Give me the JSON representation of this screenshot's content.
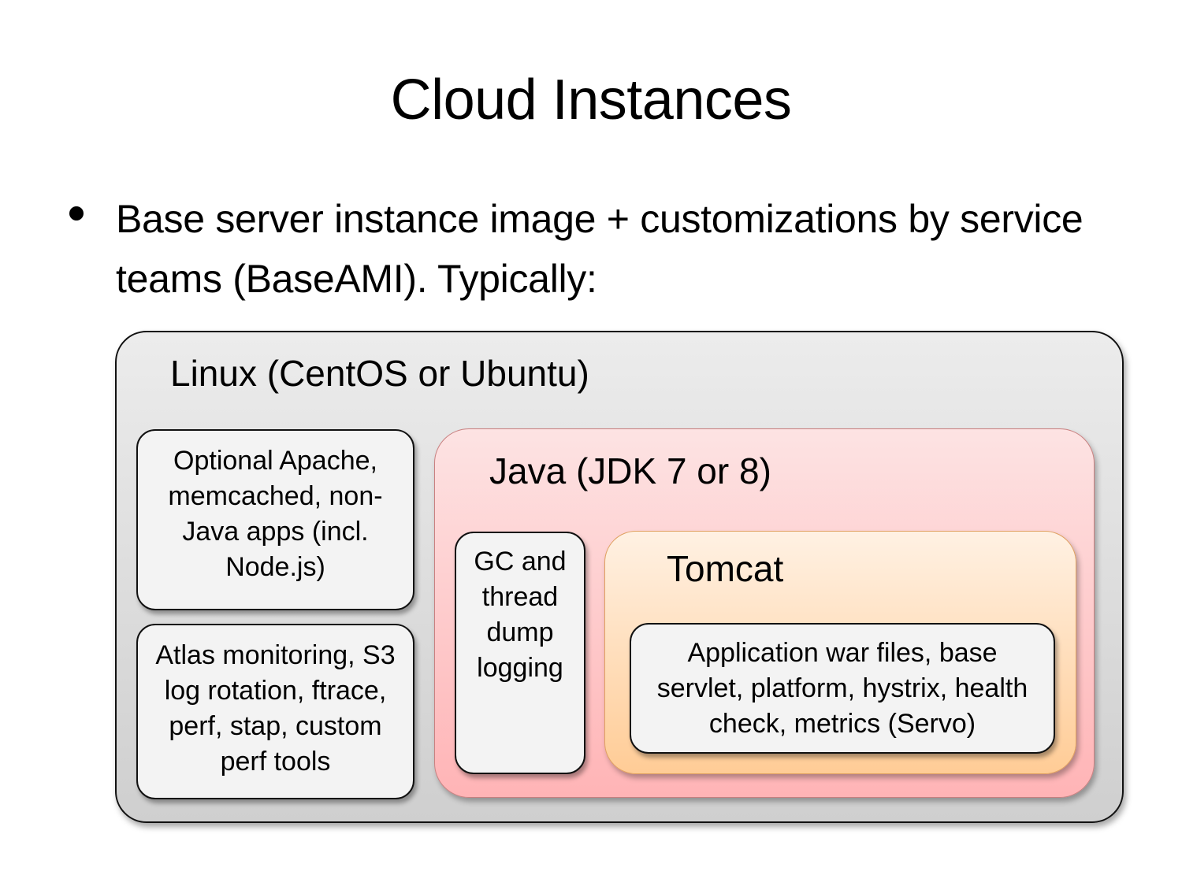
{
  "slide": {
    "title": "Cloud Instances",
    "bullets": [
      {
        "icon": "bullet-dot",
        "text": "Base server instance image + customizations by service teams (BaseAMI). Typically:"
      }
    ]
  },
  "diagram": {
    "linux": {
      "label": "Linux (CentOS or Ubuntu)",
      "color": "#d8d8d8"
    },
    "optional_box": {
      "text": "Optional Apache, memcached, non-Java apps (incl. Node.js)"
    },
    "atlas_box": {
      "text": "Atlas monitoring, S3 log rotation, ftrace, perf, stap, custom perf tools"
    },
    "java": {
      "label": "Java (JDK 7 or 8)",
      "color": "#ffc6c8"
    },
    "gc_box": {
      "text": "GC and thread dump logging"
    },
    "tomcat": {
      "label": "Tomcat",
      "color": "#ffdcb8"
    },
    "app_box": {
      "text": "Application war files, base servlet, platform, hystrix, health check, metrics (Servo)"
    }
  }
}
